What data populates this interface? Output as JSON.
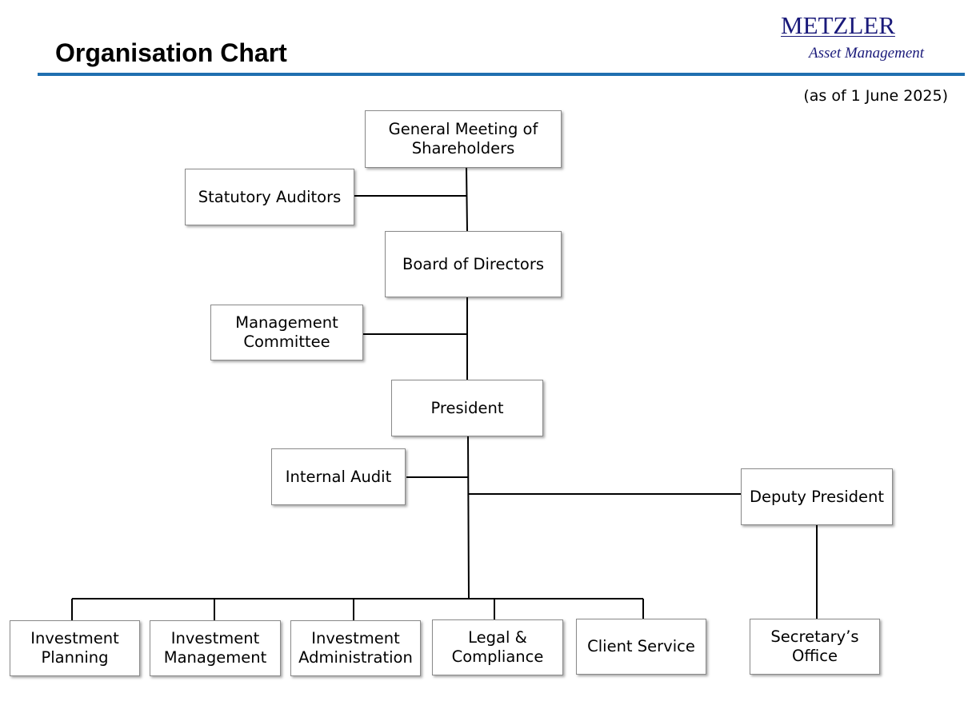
{
  "header": {
    "title": "Organisation Chart",
    "as_of": "(as of 1 June 2025)",
    "accent_color": "#1f6fb0"
  },
  "logo": {
    "name": "METZLER",
    "subtitle": "Asset Management",
    "color": "#1a1a7a"
  },
  "org": {
    "shareholders": "General Meeting of Shareholders",
    "statutory_auditors": "Statutory Auditors",
    "board": "Board of Directors",
    "management_committee": "Management Committee",
    "president": "President",
    "internal_audit": "Internal Audit",
    "deputy_president": "Deputy President",
    "departments": [
      "Investment Planning",
      "Investment Management",
      "Investment Administration",
      "Legal & Compliance",
      "Client Service"
    ],
    "secretary_office": "Secretary’s Office"
  }
}
